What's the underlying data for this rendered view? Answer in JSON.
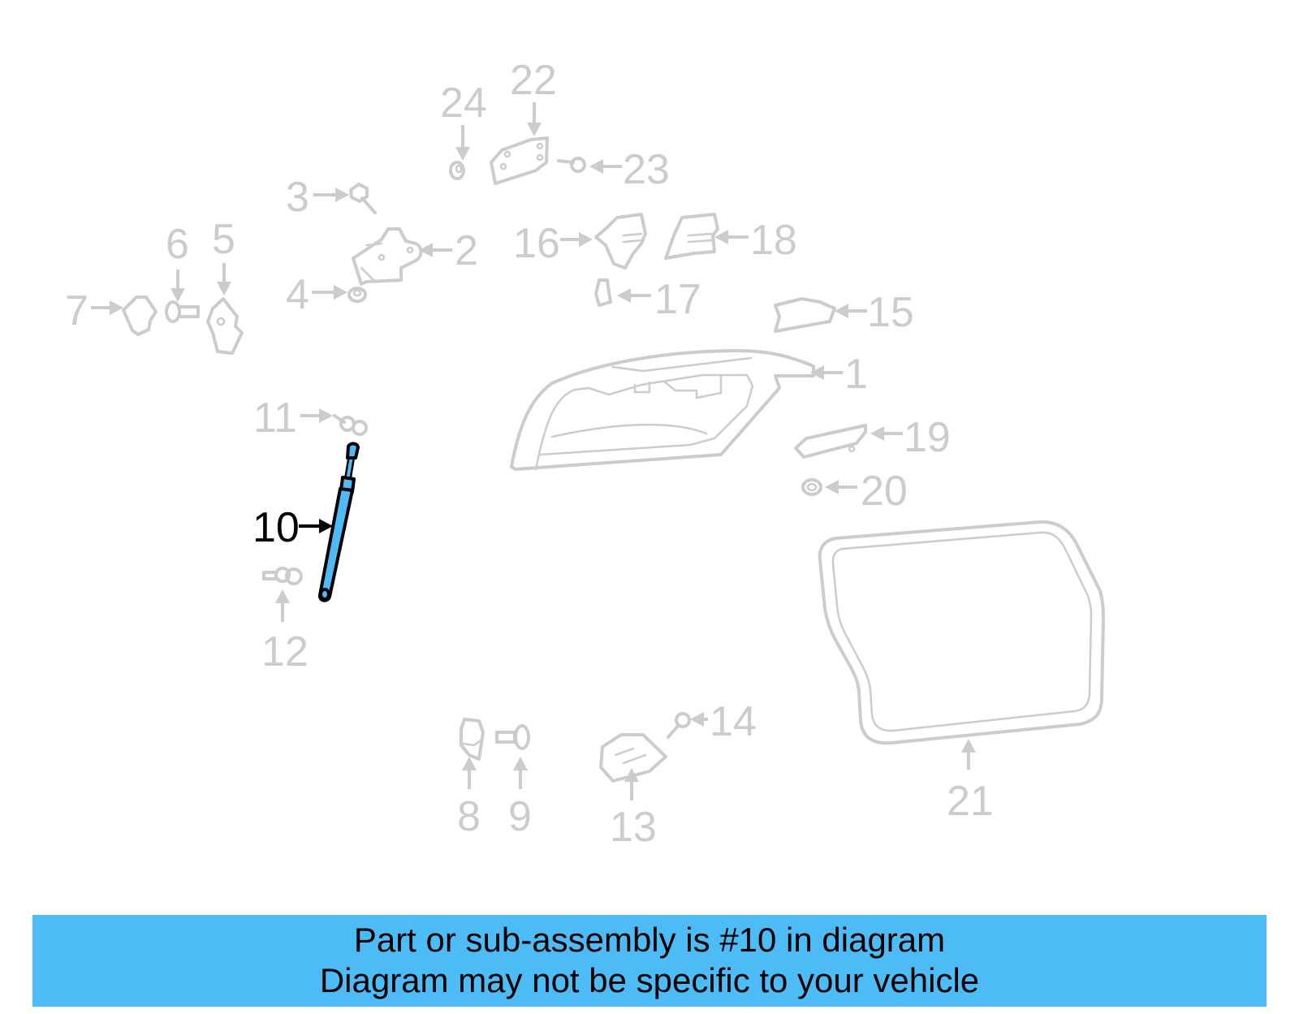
{
  "diagram": {
    "highlighted_part": "10",
    "colors": {
      "highlight_fill": "#4dbbf5",
      "highlight_outline": "#000000",
      "inactive_part": "#cccccc",
      "banner_bg": "#4dbbf5"
    },
    "callouts": [
      {
        "number": "1"
      },
      {
        "number": "2"
      },
      {
        "number": "3"
      },
      {
        "number": "4"
      },
      {
        "number": "5"
      },
      {
        "number": "6"
      },
      {
        "number": "7"
      },
      {
        "number": "8"
      },
      {
        "number": "9"
      },
      {
        "number": "10"
      },
      {
        "number": "11"
      },
      {
        "number": "12"
      },
      {
        "number": "13"
      },
      {
        "number": "14"
      },
      {
        "number": "15"
      },
      {
        "number": "16"
      },
      {
        "number": "17"
      },
      {
        "number": "18"
      },
      {
        "number": "19"
      },
      {
        "number": "20"
      },
      {
        "number": "21"
      },
      {
        "number": "22"
      },
      {
        "number": "23"
      },
      {
        "number": "24"
      }
    ]
  },
  "banner": {
    "line1": "Part or sub-assembly is #10 in diagram",
    "line2": "Diagram may not be specific to your vehicle"
  }
}
